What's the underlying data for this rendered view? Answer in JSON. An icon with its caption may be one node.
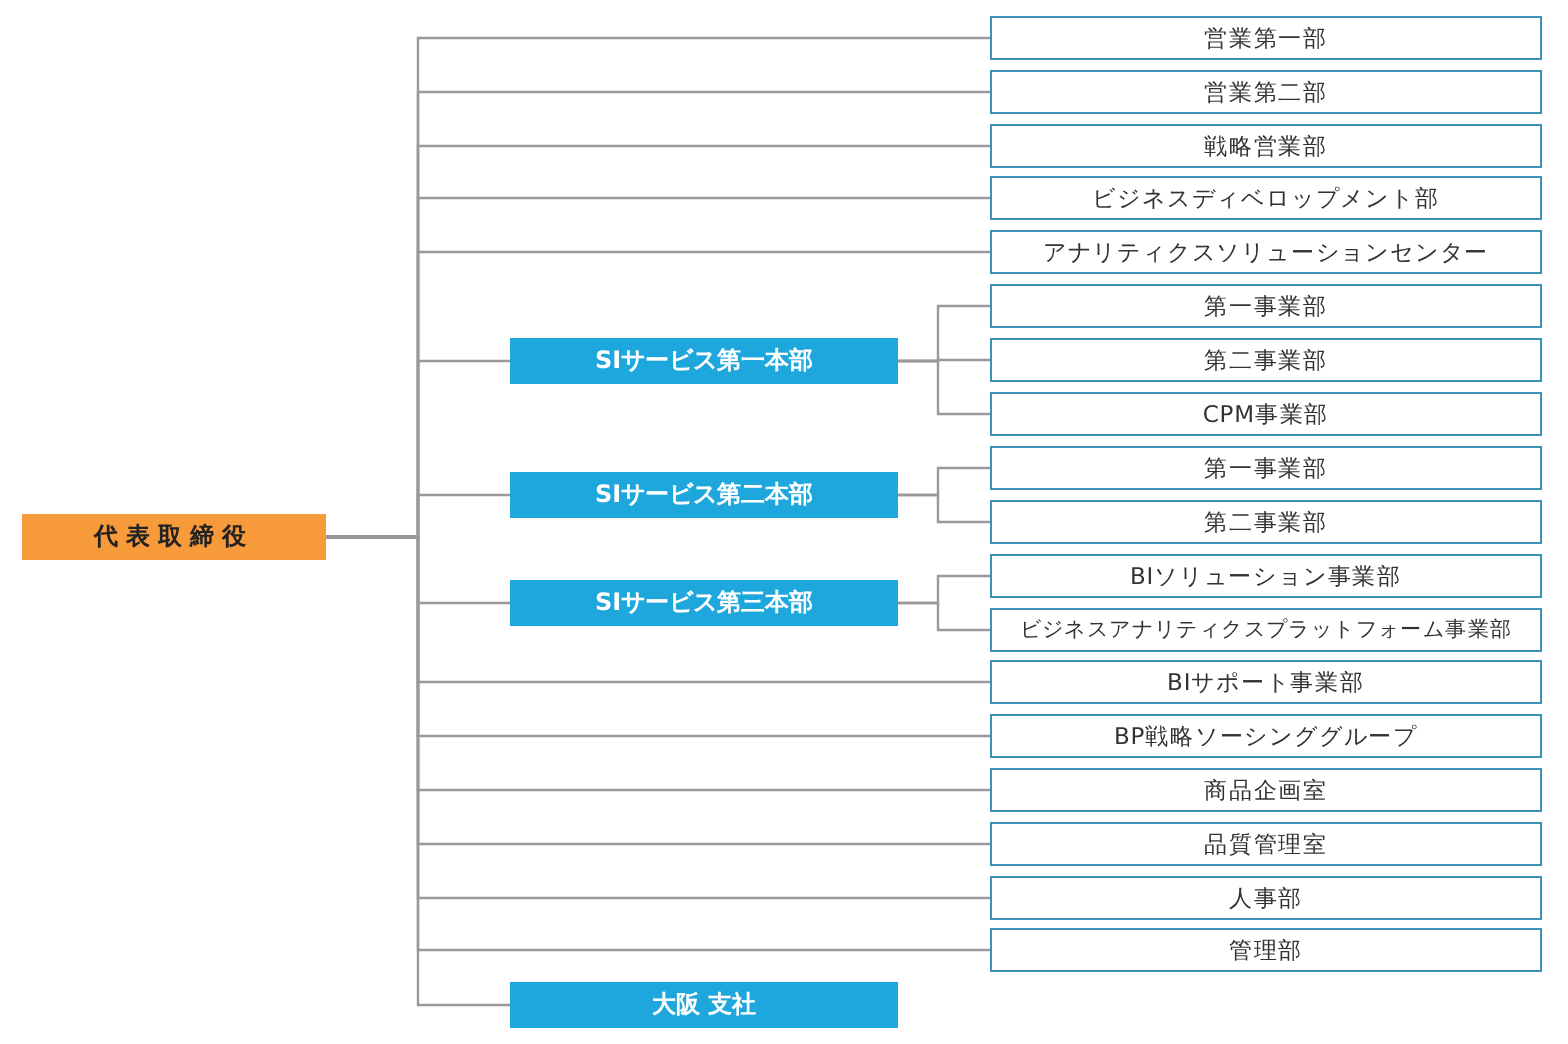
{
  "diagram": {
    "nodes": [
      {
        "text": [
          "代表取締役"
        ]
      },
      {
        "text": [
          "営業第一部"
        ]
      },
      {
        "text": [
          "営業第二部"
        ]
      },
      {
        "text": [
          "戦略営業部"
        ]
      },
      {
        "text": [
          "ビジネスディベロップメント部"
        ]
      },
      {
        "text": [
          "アナリティクスソリューションセンター"
        ]
      },
      {
        "text": [
          "SIサービス第一本部"
        ]
      },
      {
        "text": [
          "第一事業部"
        ]
      },
      {
        "text": [
          "第二事業部"
        ]
      },
      {
        "text": [
          "CPM事業部"
        ]
      },
      {
        "text": [
          "SIサービス第二本部"
        ]
      },
      {
        "text": [
          "第一事業部"
        ]
      },
      {
        "text": [
          "第二事業部"
        ]
      },
      {
        "text": [
          "SIサービス第三本部"
        ]
      },
      {
        "text": [
          "BIソリューション事業部"
        ]
      },
      {
        "text": [
          "ビジネスアナリティクスプラットフォーム事業部"
        ]
      },
      {
        "text": [
          "BIサポート事業部"
        ]
      },
      {
        "text": [
          "BP戦略ソーシンググループ"
        ]
      },
      {
        "text": [
          "商品企画室"
        ]
      },
      {
        "text": [
          "品質管理室"
        ]
      },
      {
        "text": [
          "人事部"
        ]
      },
      {
        "text": [
          "管理部"
        ]
      },
      {
        "text": [
          "大阪 支社"
        ]
      }
    ],
    "edges": [
      {
        "from": 0,
        "to": 1,
        "arrow": "none"
      },
      {
        "from": 0,
        "to": 2,
        "arrow": "none"
      },
      {
        "from": 0,
        "to": 3,
        "arrow": "none"
      },
      {
        "from": 0,
        "to": 4,
        "arrow": "none"
      },
      {
        "from": 0,
        "to": 5,
        "arrow": "none"
      },
      {
        "from": 0,
        "to": 6,
        "arrow": "none"
      },
      {
        "from": 6,
        "to": 7,
        "arrow": "none"
      },
      {
        "from": 6,
        "to": 8,
        "arrow": "none"
      },
      {
        "from": 6,
        "to": 9,
        "arrow": "none"
      },
      {
        "from": 0,
        "to": 10,
        "arrow": "none"
      },
      {
        "from": 10,
        "to": 11,
        "arrow": "none"
      },
      {
        "from": 10,
        "to": 12,
        "arrow": "none"
      },
      {
        "from": 0,
        "to": 13,
        "arrow": "none"
      },
      {
        "from": 13,
        "to": 14,
        "arrow": "none"
      },
      {
        "from": 13,
        "to": 15,
        "arrow": "none"
      },
      {
        "from": 0,
        "to": 16,
        "arrow": "none"
      },
      {
        "from": 0,
        "to": 17,
        "arrow": "none"
      },
      {
        "from": 0,
        "to": 18,
        "arrow": "none"
      },
      {
        "from": 0,
        "to": 19,
        "arrow": "none"
      },
      {
        "from": 0,
        "to": 20,
        "arrow": "none"
      },
      {
        "from": 0,
        "to": 21,
        "arrow": "none"
      },
      {
        "from": 0,
        "to": 22,
        "arrow": "none"
      }
    ]
  }
}
